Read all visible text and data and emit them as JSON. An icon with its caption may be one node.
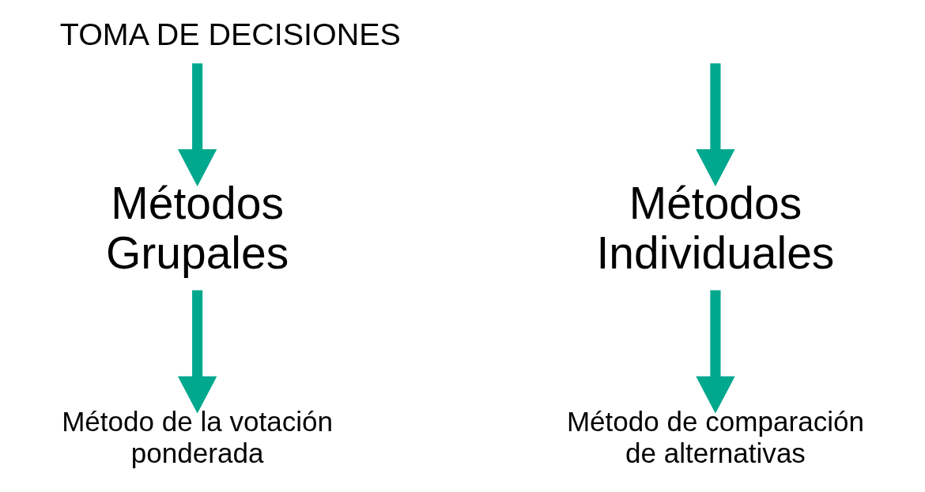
{
  "diagram": {
    "title": "TOMA DE DECISIONES",
    "nodes": [
      {
        "text": [
          "Métodos Grupales"
        ]
      },
      {
        "text": [
          "Métodos Individuales"
        ]
      },
      {
        "text": [
          "Método de la votación ponderada"
        ]
      },
      {
        "text": [
          "Método de comparación de alternativas"
        ]
      }
    ],
    "edges": [
      {
        "from": null,
        "to": 0,
        "arrow": "to"
      },
      {
        "from": null,
        "to": 1,
        "arrow": "to"
      },
      {
        "from": 0,
        "to": 2,
        "arrow": "to"
      },
      {
        "from": 1,
        "to": 3,
        "arrow": "to"
      }
    ]
  }
}
